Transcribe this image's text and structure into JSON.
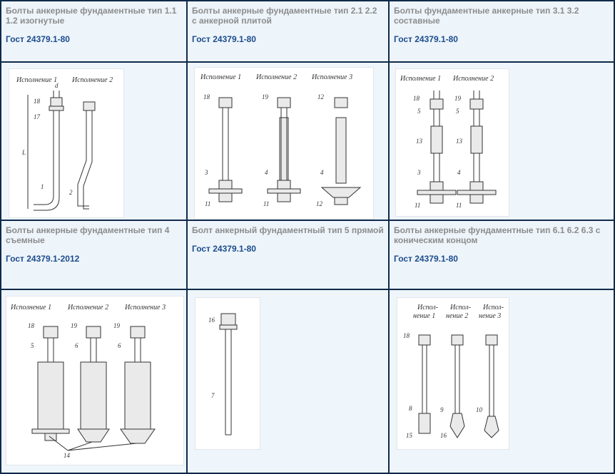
{
  "cells": [
    {
      "title": "Болты анкерные  фундаментные тип 1.1 1.2 изогнутые",
      "gost": "Гост 24379.1-80"
    },
    {
      "title": "Болты анкерные фундаментные тип 2.1 2.2 с анкерной плитой",
      "gost": "Гост 24379.1-80"
    },
    {
      "title": "Болты фундаментные анкерные тип 3.1 3.2 составные",
      "gost": "Гост 24379.1-80"
    },
    {
      "title": "Болты анкерные фундаментные тип 4 съемные",
      "gost": "Гост 24379.1-2012"
    },
    {
      "title": "Болт анкерный фундаментный тип 5 прямой",
      "gost": "Гост 24379.1-80"
    },
    {
      "title": "Болты анкерные фундаментные тип 6.1 6.2 6.3 с коническим концом",
      "gost": "Гост 24379.1-80"
    }
  ],
  "drawings": {
    "d1": {
      "h1": "Исполнение  1",
      "h2": "Исполнение  2",
      "labels": [
        "d",
        "18",
        "17",
        "L",
        "1",
        "2"
      ]
    },
    "d2": {
      "h1": "Исполнение  1",
      "h2": "Исполнение  2",
      "h3": "Исполнение  3",
      "labels": [
        "18",
        "19",
        "12",
        "3",
        "4",
        "4",
        "11",
        "11",
        "12"
      ]
    },
    "d3": {
      "h1": "Исполнение  1",
      "h2": "Исполнение  2",
      "labels": [
        "18",
        "19",
        "5",
        "5",
        "13",
        "13",
        "3",
        "4",
        "11",
        "11"
      ]
    },
    "d4": {
      "h1": "Исполнение  1",
      "h2": "Исполнение  2",
      "h3": "Исполнение  3",
      "labels": [
        "18",
        "19",
        "19",
        "5",
        "6",
        "6",
        "14"
      ]
    },
    "d5": {
      "labels": [
        "16",
        "7"
      ]
    },
    "d6": {
      "h1a": "Испол-",
      "h1b": "нение 1",
      "h2a": "Испол-",
      "h2b": "нение 2",
      "h3a": "Испол-",
      "h3b": "нение 3",
      "labels": [
        "18",
        "8",
        "9",
        "10",
        "15",
        "16"
      ]
    }
  }
}
